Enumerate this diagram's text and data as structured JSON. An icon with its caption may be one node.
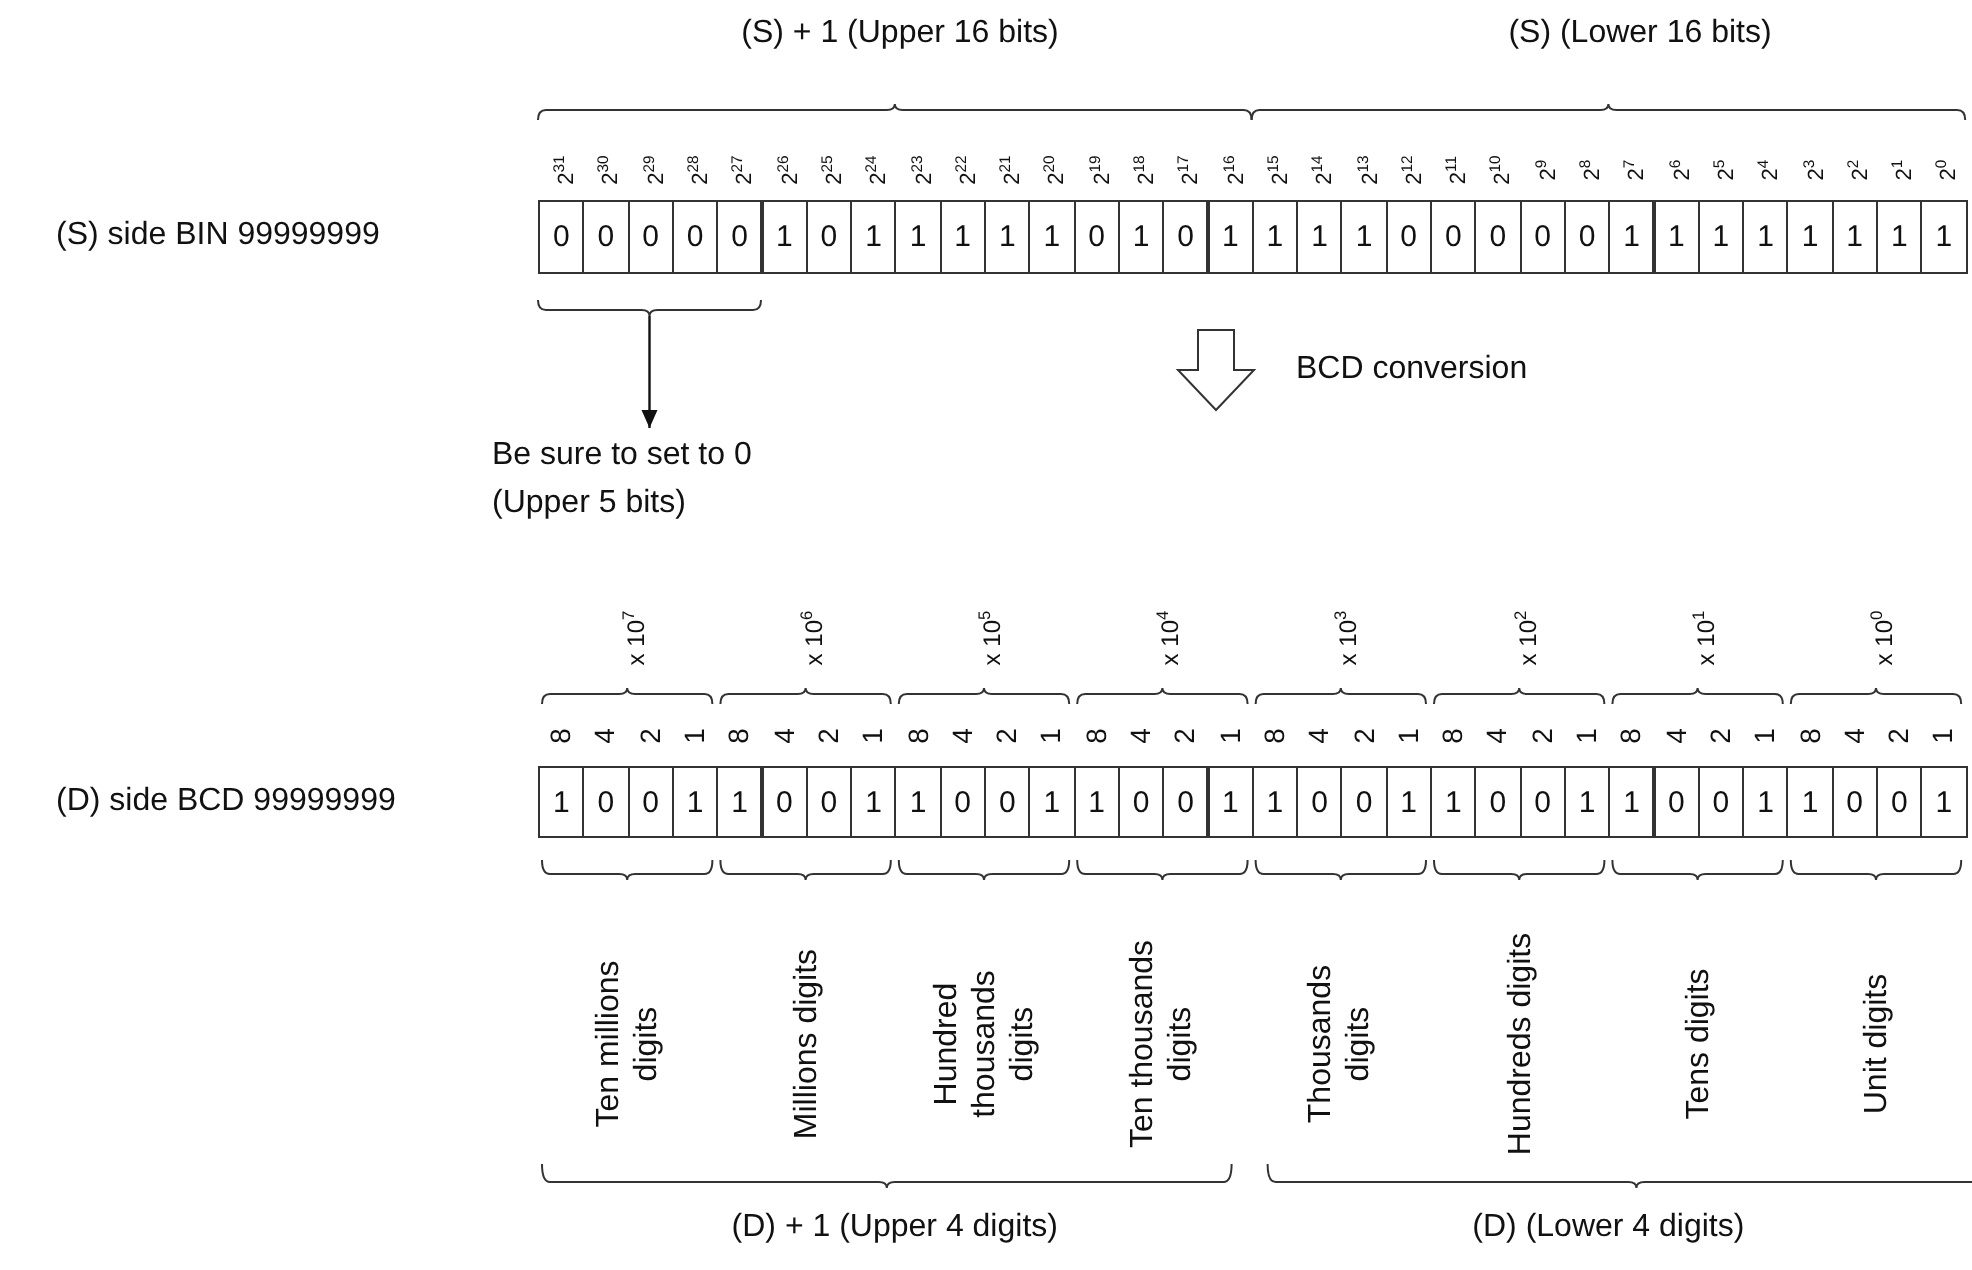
{
  "diagram": {
    "nodes": [
      {
        "text": [
          "(S) side BIN 99999999"
        ]
      },
      {
        "text": [
          "Be sure to set to 0 (Upper 5 bits)"
        ]
      },
      {
        "text": [
          "(D) side BCD 99999999"
        ]
      }
    ],
    "edges": [
      {
        "from": null,
        "to": 1,
        "arrow": "to"
      }
    ],
    "labels": [
      "(S) + 1 (Upper 16 bits)",
      "(S) (Lower 16 bits)",
      "2$^{31}$",
      "2$^{30}$",
      "2$^{29}$",
      "2$^{28}$",
      "2$^{27}$",
      "2$^{26}$",
      "2$^{25}$",
      "2$^{24}$",
      "2$^{23}$",
      "2$^{22}$",
      "2$^{21}$",
      "2$^{20}$",
      "2$^{19}$",
      "2$^{18}$",
      "2$^{17}$",
      "2$^{16}$",
      "2$^{15}$",
      "2$^{14}$",
      "2$^{13}$",
      "2$^{12}$",
      "2$^{11}$",
      "2$^{10}$",
      "2$^{9}$",
      "2$^{8}$",
      "2$^{7}$",
      "2$^{6}$",
      "2$^{5}$",
      "2$^{4}$",
      "2$^{3}$",
      "2$^{2}$",
      "2$^{1}$",
      "2$^{0}$",
      "0",
      "0",
      "0",
      "0",
      "0",
      "1",
      "0",
      "1",
      "1",
      "1",
      "1",
      "1",
      "0",
      "1",
      "0",
      "1",
      "1",
      "1",
      "1",
      "0",
      "0",
      "0",
      "0",
      "0",
      "1",
      "1",
      "1",
      "1",
      "1",
      "1",
      "1",
      "1",
      "BCD conversion",
      "x 10$^{7}$",
      "x 10$^{6}$",
      "x 10$^{5}$",
      "x 10$^{4}$",
      "x 10$^{3}$",
      "x 10$^{2}$",
      "x 10$^{1}$",
      "x 10$^{0}$",
      "8",
      "4",
      "2",
      "1",
      "8",
      "4",
      "2",
      "1",
      "8",
      "4",
      "2",
      "1",
      "8",
      "4",
      "2",
      "1",
      "8",
      "4",
      "2",
      "1",
      "8",
      "4",
      "2",
      "1",
      "8",
      "4",
      "2",
      "1",
      "8",
      "4",
      "2",
      "1",
      "1",
      "0",
      "0",
      "1",
      "1",
      "0",
      "0",
      "1",
      "1",
      "0",
      "0",
      "1",
      "1",
      "0",
      "0",
      "1",
      "1",
      "0",
      "0",
      "1",
      "1",
      "0",
      "0",
      "1",
      "1",
      "0",
      "0",
      "1",
      "1",
      "0",
      "0",
      "1",
      "Ten millions digits",
      "Millions digits",
      "Hundred thousands digits",
      "Ten thousands digits",
      "Thousands digits",
      "Hundreds digits",
      "Tens digits",
      "Unit digits",
      "(D) + 1 (Upper 4 digits)",
      "(D) (Lower 4 digits)"
    ]
  }
}
